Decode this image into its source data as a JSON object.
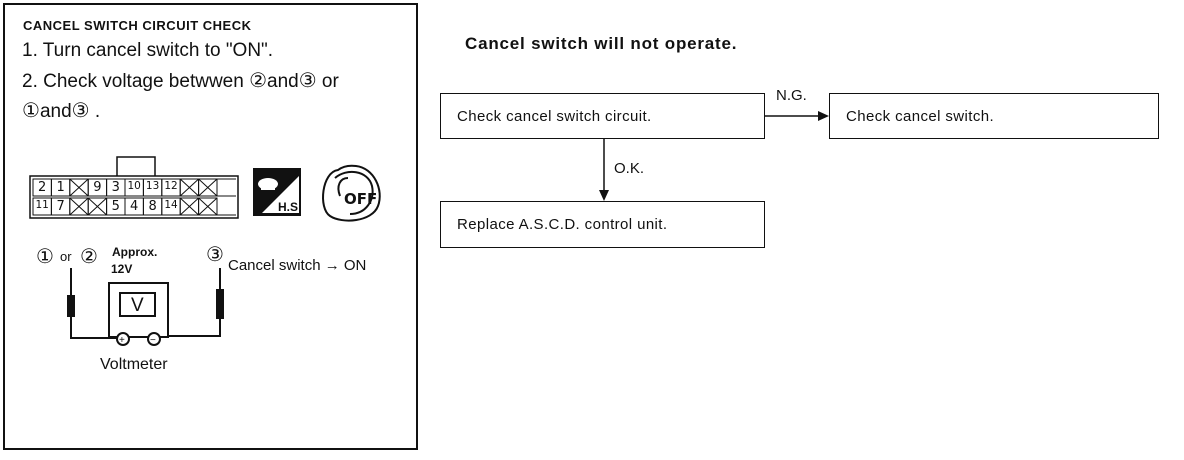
{
  "left_panel": {
    "title": "CANCEL SWITCH CIRCUIT CHECK",
    "step1": "1. Turn cancel switch to \"ON\".",
    "step2_prefix": "2. Check voltage betwwen ",
    "step2_t1": "②",
    "step2_and": "and",
    "step2_t2": "③",
    "step2_or": " or",
    "step3_t1": "①",
    "step3_and": "and",
    "step3_t2": "③",
    "step3_end": " .",
    "connector_top": [
      "2",
      "1",
      "9",
      "3",
      "10",
      "13",
      "12"
    ],
    "connector_bottom": [
      "11",
      "7",
      "5",
      "4",
      "8",
      "14"
    ],
    "hs_label": "H.S",
    "off_label": "OFF",
    "probe_left": "①",
    "probe_or": "or",
    "probe_left2": "②",
    "approx": "Approx.",
    "approx_v": "12V",
    "probe_right": "③",
    "cancel_on": "Cancel switch → ON",
    "meter_symbol": "V",
    "plus": "+",
    "minus": "−",
    "voltmeter": "Voltmeter"
  },
  "flowchart": {
    "title": "Cancel switch will not operate.",
    "box1": "Check cancel switch circuit.",
    "box2": "Check cancel switch.",
    "box3": "Replace A.S.C.D. control unit.",
    "ng": "N.G.",
    "ok": "O.K."
  }
}
